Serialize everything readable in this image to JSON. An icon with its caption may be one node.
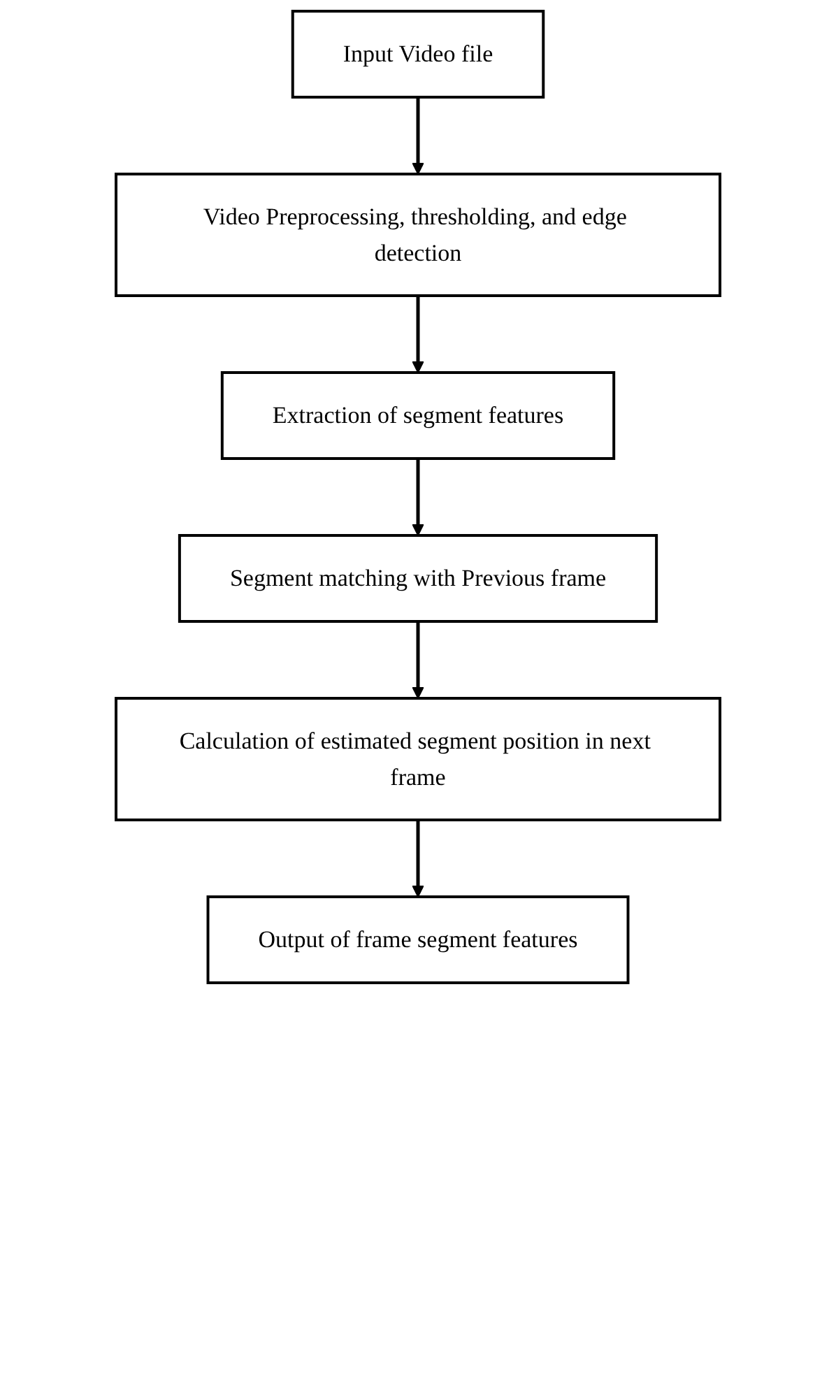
{
  "diagram": {
    "nodes": [
      {
        "text": [
          "Input Video file"
        ]
      },
      {
        "text": [
          "Video Preprocessing, thresholding, and edge detection"
        ]
      },
      {
        "text": [
          "Extraction of segment features"
        ]
      },
      {
        "text": [
          "Segment matching with Previous frame"
        ]
      },
      {
        "text": [
          "Calculation of estimated segment position in next frame"
        ]
      },
      {
        "text": [
          "Output of frame segment features"
        ]
      }
    ],
    "edges": [
      {
        "from": 0,
        "to": 1,
        "arrow": "to"
      },
      {
        "from": 1,
        "to": 2,
        "arrow": "to"
      },
      {
        "from": 2,
        "to": 3,
        "arrow": "to"
      },
      {
        "from": 3,
        "to": 4,
        "arrow": "to"
      },
      {
        "from": 4,
        "to": 5,
        "arrow": "to"
      }
    ]
  }
}
